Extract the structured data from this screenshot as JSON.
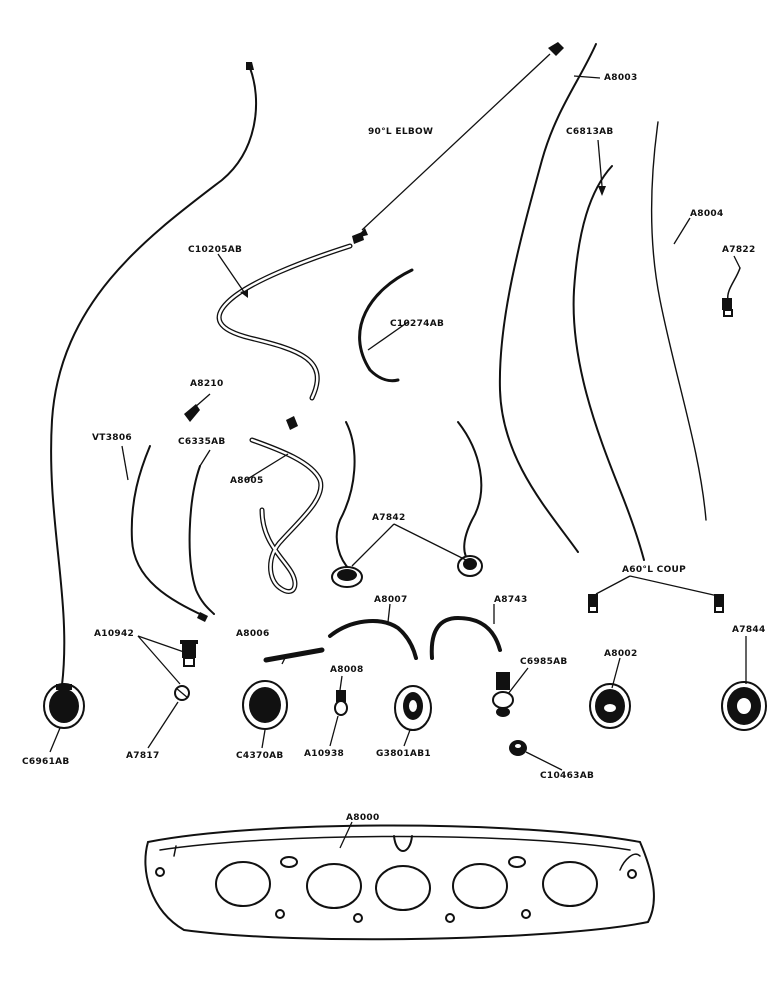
{
  "labels": {
    "a8003": "A8003",
    "elbow": "90°L ELBOW",
    "c6813": "C6813AB",
    "a8004": "A8004",
    "a7822": "A7822",
    "c10205": "C10205AB",
    "c10274": "C10274AB",
    "a8210": "A8210",
    "vt3806": "VT3806",
    "c6335": "C6335AB",
    "a8005": "A8005",
    "a7842": "A7842",
    "coup": "A60°L COUP",
    "a10942": "A10942",
    "a8006": "A8006",
    "a8007": "A8007",
    "a8743": "A8743",
    "c6985": "C6985AB",
    "a8002": "A8002",
    "a7844": "A7844",
    "a8008": "A8008",
    "c6961": "C6961AB",
    "a7817": "A7817",
    "c4370": "C4370AB",
    "a10938": "A10938",
    "g3801": "G3801AB1",
    "c10463": "C10463AB",
    "a8000": "A8000"
  }
}
